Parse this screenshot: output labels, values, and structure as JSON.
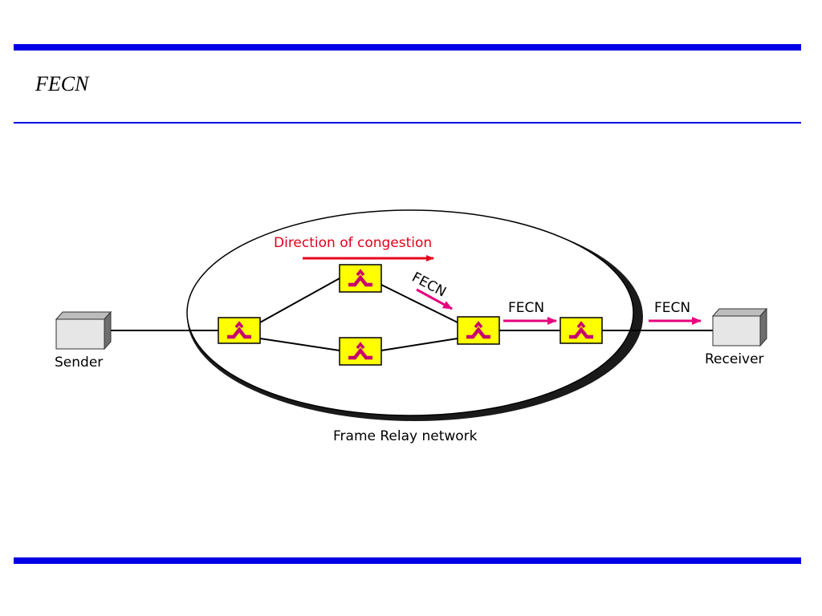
{
  "slide": {
    "title": "FECN"
  },
  "diagram": {
    "network_label": "Frame Relay network",
    "congestion_label": "Direction of congestion",
    "sender_label": "Sender",
    "receiver_label": "Receiver",
    "fecn_labels": [
      "FECN",
      "FECN",
      "FECN"
    ],
    "colors": {
      "rule": "#0000e6",
      "switch_fill": "#ffff00",
      "switch_symbol": "#c8006e",
      "fecn_arrow": "#e6007e",
      "congestion_arrow": "#e4001b",
      "device_face": "#e6e6e6",
      "device_side": "#6e6e6e"
    },
    "icons": {
      "switch": "frame-relay-switch-icon",
      "terminal": "terminal-box-icon"
    }
  }
}
